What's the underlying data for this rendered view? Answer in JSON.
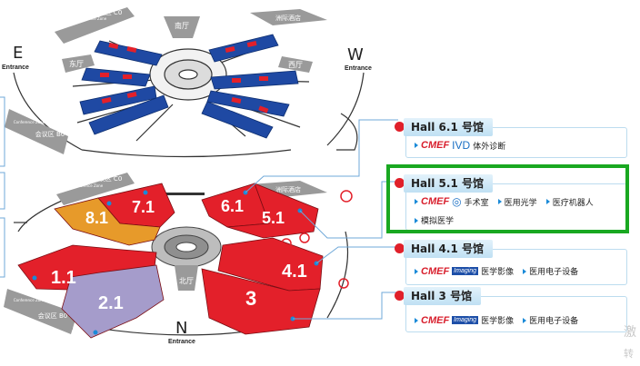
{
  "map": {
    "compass": {
      "east": "E",
      "west": "W",
      "north": "N",
      "entrance": "Entrance"
    },
    "top_complex": {
      "labels": [
        {
          "id": "south-hall",
          "text": "南厅"
        },
        {
          "id": "east-hall",
          "text": "东厅"
        },
        {
          "id": "west-hall",
          "text": "西厅"
        },
        {
          "id": "hotel",
          "text": "洲际酒店"
        },
        {
          "id": "conf-c0",
          "text": "会议区 C0"
        },
        {
          "id": "conf-c0-en",
          "text": "Conference Zone"
        },
        {
          "id": "conf-b0",
          "text": "会议区 B0"
        },
        {
          "id": "conf-b0-en",
          "text": "Conference Zone"
        }
      ]
    },
    "bottom_complex": {
      "halls": [
        {
          "id": "7-1",
          "label": "7.1",
          "color": "#e3202a"
        },
        {
          "id": "8-1",
          "label": "8.1",
          "color": "#e79a2a"
        },
        {
          "id": "6-1",
          "label": "6.1",
          "color": "#e3202a"
        },
        {
          "id": "5-1",
          "label": "5.1",
          "color": "#e3202a"
        },
        {
          "id": "1-1",
          "label": "1.1",
          "color": "#e3202a"
        },
        {
          "id": "2-1",
          "label": "2.1",
          "color": "#a59ccb"
        },
        {
          "id": "4-1",
          "label": "4.1",
          "color": "#e3202a"
        },
        {
          "id": "3",
          "label": "3",
          "color": "#e3202a"
        }
      ],
      "labels": [
        {
          "id": "north-hall",
          "text": "北厅"
        },
        {
          "id": "hotel",
          "text": "洲际酒店"
        },
        {
          "id": "conf-c0",
          "text": "会议区 C0"
        },
        {
          "id": "conf-c0-en",
          "text": "Conference Zone"
        },
        {
          "id": "conf-b0",
          "text": "会议区 B0"
        },
        {
          "id": "conf-b0-en",
          "text": "Conference Zone"
        }
      ]
    }
  },
  "panels": [
    {
      "title": "Hall 6.1 号馆",
      "brand": "CMEF",
      "sub_brand": "IVD",
      "rows": [
        [
          "体外诊断"
        ]
      ],
      "highlighted": false
    },
    {
      "title": "Hall 5.1 号馆",
      "brand": "CMEF",
      "sub_brand": "",
      "rows": [
        [
          "手术室",
          "医用光学",
          "医疗机器人"
        ],
        [
          "模拟医学"
        ]
      ],
      "highlighted": true
    },
    {
      "title": "Hall 4.1 号馆",
      "brand": "CMEF",
      "sub_brand": "Imaging",
      "rows": [
        [
          "医学影像",
          "医用电子设备"
        ]
      ],
      "highlighted": false
    },
    {
      "title": "Hall 3 号馆",
      "brand": "CMEF",
      "sub_brand": "Imaging",
      "rows": [
        [
          "医学影像",
          "医用电子设备"
        ]
      ],
      "highlighted": false
    }
  ],
  "watermark": {
    "line1": "激",
    "line2": "转"
  },
  "colors": {
    "hall_red": "#e3202a",
    "hall_orange": "#e79a2a",
    "hall_purple": "#a59ccb",
    "highlight": "#19a821",
    "accent_blue": "#1a8ad8"
  }
}
